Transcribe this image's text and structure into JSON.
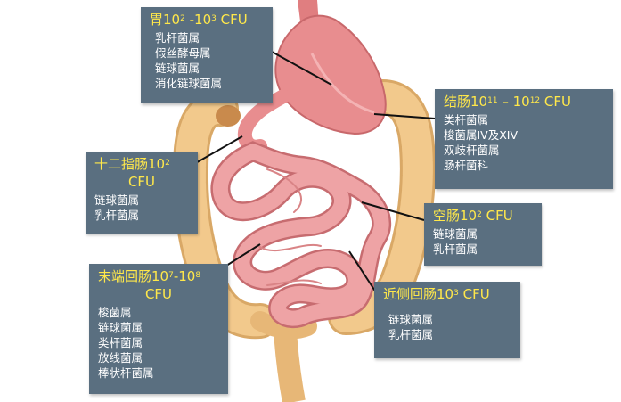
{
  "colors": {
    "box": "#5a6f80",
    "title": "#ffe84a",
    "item": "#ffffff",
    "stomach": "#e88d8f",
    "intestine": "#e99a9c",
    "colon": "#f2c98c",
    "leader": "#111111"
  },
  "stomach": {
    "name": "胃",
    "exp_from": "2",
    "sep": " -",
    "exp_to": "3",
    "unit": " CFU",
    "items": [
      "乳杆菌属",
      "假丝酵母属",
      "链球菌属",
      "消化链球菌属"
    ]
  },
  "colon": {
    "name": "结肠",
    "exp_from": "11",
    "sep": " – ",
    "exp_to": "12",
    "unit": " CFU",
    "items": [
      "类杆菌属",
      "梭菌属IV及XIV",
      "双歧杆菌属",
      "肠杆菌科"
    ]
  },
  "duodenum": {
    "name": "十二指肠",
    "exp": "2",
    "unit": "CFU",
    "items": [
      "链球菌属",
      "乳杆菌属"
    ]
  },
  "jejunum": {
    "name": "空肠",
    "exp": "2",
    "unit": " CFU",
    "items": [
      "链球菌属",
      "乳杆菌属"
    ]
  },
  "terminal_ileum": {
    "name": "末端回肠",
    "exp_from": "7",
    "sep": "-",
    "exp_to": "8",
    "unit": "CFU",
    "items": [
      "梭菌属",
      "链球菌属",
      "类杆菌属",
      "放线菌属",
      "棒状杆菌属"
    ]
  },
  "proximal_ileum": {
    "name": "近侧回肠",
    "exp": "3",
    "unit": " CFU",
    "items": [
      "链球菌属",
      "乳杆菌属"
    ]
  }
}
